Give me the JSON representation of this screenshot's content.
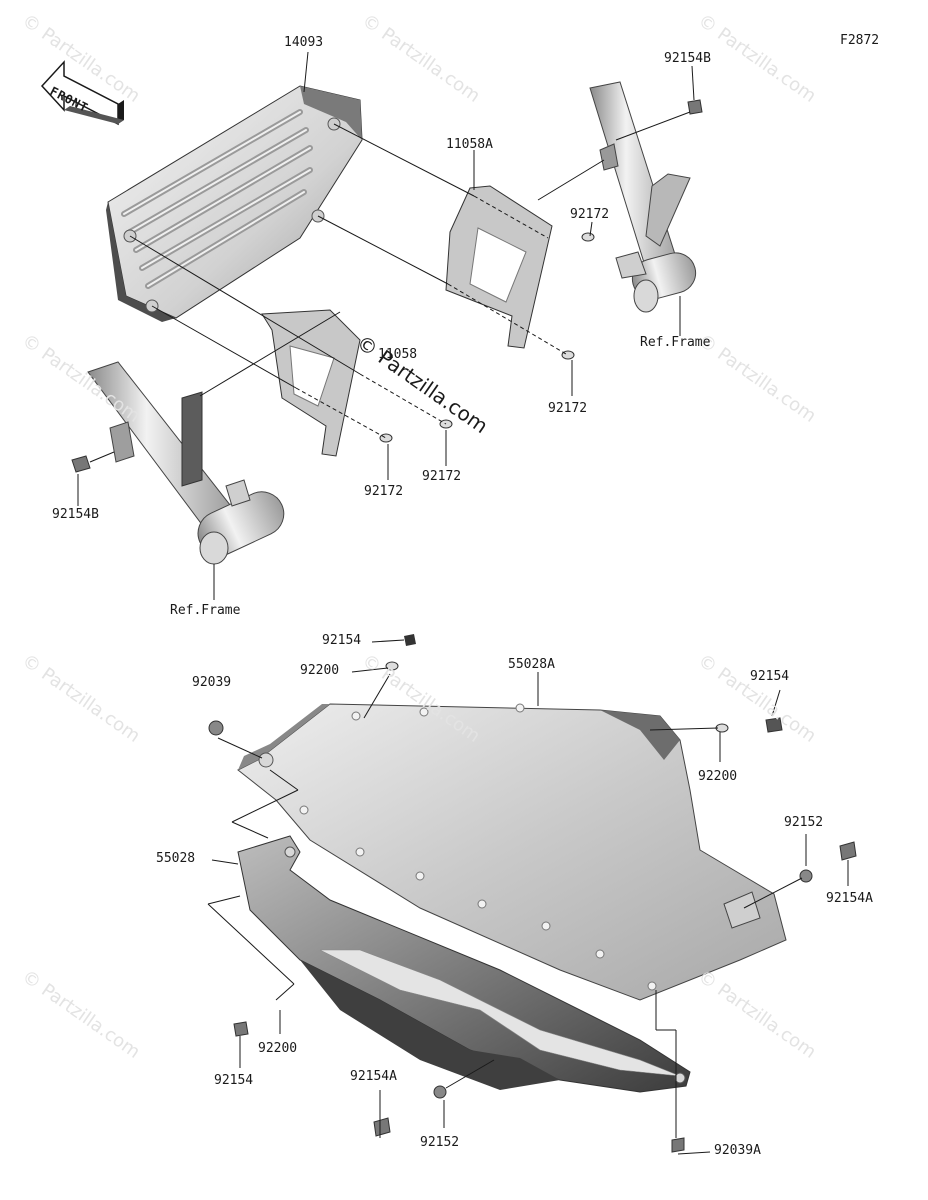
{
  "diagram_code": "F2872",
  "watermark_text": "© Partzilla.com",
  "brand_text": "© Partzilla.com",
  "front_label": "FRONT",
  "labels": {
    "p14093": "14093",
    "p92154B_top": "92154B",
    "p11058A": "11058A",
    "p92172_a": "92172",
    "p11058": "11058",
    "p92172_b": "92172",
    "p92172_c": "92172",
    "p92172_d": "92172",
    "p92154B_left": "92154B",
    "ref_frame_right": "Ref.Frame",
    "ref_frame_left": "Ref.Frame",
    "p92154_top": "92154",
    "p92200_top": "92200",
    "p55028A": "55028A",
    "p92039": "92039",
    "p92154_right": "92154",
    "p92200_right": "92200",
    "p92152_right": "92152",
    "p92154A_right": "92154A",
    "p55028": "55028",
    "p92200_bottom": "92200",
    "p92154_bottom": "92154",
    "p92154A_bottom": "92154A",
    "p92152_bottom": "92152",
    "p92039A": "92039A"
  },
  "colors": {
    "part_light": "#e6e6e6",
    "part_mid": "#b5b5b5",
    "part_dark": "#5a5a5a",
    "line": "#1a1a1a",
    "watermark": "#e3e3e3"
  }
}
